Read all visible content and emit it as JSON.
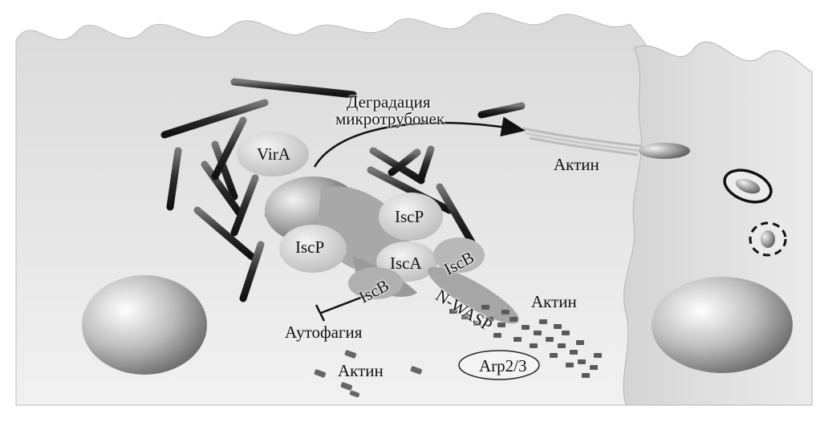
{
  "labels": {
    "microtubule_degradation_line1": "Деградация",
    "microtubule_degradation_line2": "микротрубочек",
    "actin_right": "Актин",
    "actin_middle": "Актин",
    "actin_bottom": "Актин",
    "vira": "VirA",
    "iscp_upper": "IscP",
    "iscp_left": "IscP",
    "isca": "IscA",
    "iscb_right": "IscB",
    "iscb_left": "IscB",
    "nwasp": "N-WASP",
    "autophagy": "Аутофагия",
    "arp23": "Arp2/3"
  },
  "colors": {
    "cell_fill": "#e6e6e6",
    "cell_shade": "#c8c8c8",
    "microtubule": "#3a3a3a",
    "protein_blob": "#dcdcdc",
    "actin_filament": "#555555"
  }
}
